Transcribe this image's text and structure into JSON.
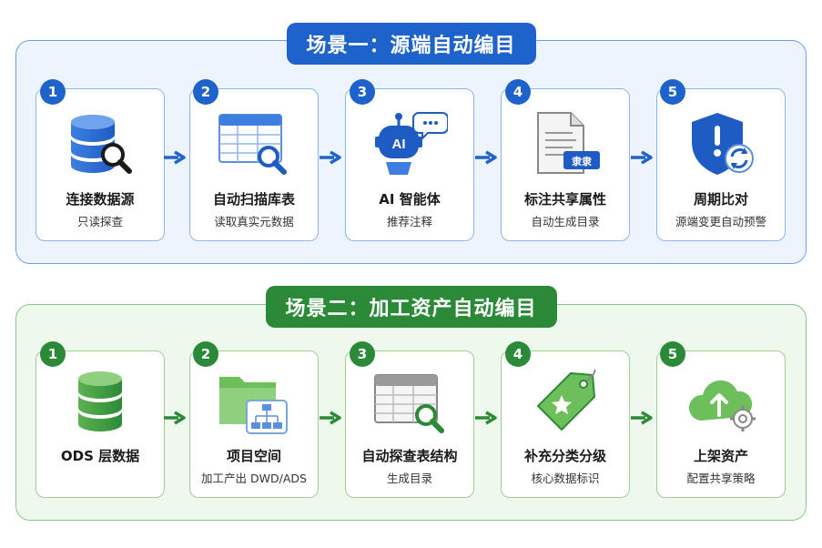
{
  "colors": {
    "blue": "#1e62cc",
    "green": "#2b8a37"
  },
  "scenario1": {
    "title": "场景一：源端自动编目",
    "steps": [
      {
        "num": "1",
        "title": "连接数据源",
        "sub": "只读探查",
        "icon": "database-search-icon"
      },
      {
        "num": "2",
        "title": "自动扫描库表",
        "sub": "读取真实元数据",
        "icon": "table-search-icon"
      },
      {
        "num": "3",
        "title": "AI 智能体",
        "sub": "推荐注释",
        "icon": "ai-robot-icon",
        "robot_label": "AI"
      },
      {
        "num": "4",
        "title": "标注共享属性",
        "sub": "自动生成目录",
        "icon": "document-tag-icon",
        "tag_label": "隶隶"
      },
      {
        "num": "5",
        "title": "周期比对",
        "sub": "源端变更自动预警",
        "icon": "shield-alert-icon"
      }
    ]
  },
  "scenario2": {
    "title": "场景二：加工资产自动编目",
    "steps": [
      {
        "num": "1",
        "title": "ODS 层数据",
        "sub": "",
        "icon": "database-icon"
      },
      {
        "num": "2",
        "title": "项目空间",
        "sub": "加工产出 DWD/ADS",
        "icon": "folder-hierarchy-icon"
      },
      {
        "num": "3",
        "title": "自动探查表结构",
        "sub": "生成目录",
        "icon": "table-search-icon"
      },
      {
        "num": "4",
        "title": "补充分类分级",
        "sub": "核心数据标识",
        "icon": "star-tag-icon"
      },
      {
        "num": "5",
        "title": "上架资产",
        "sub": "配置共享策略",
        "icon": "cloud-upload-icon"
      }
    ]
  }
}
